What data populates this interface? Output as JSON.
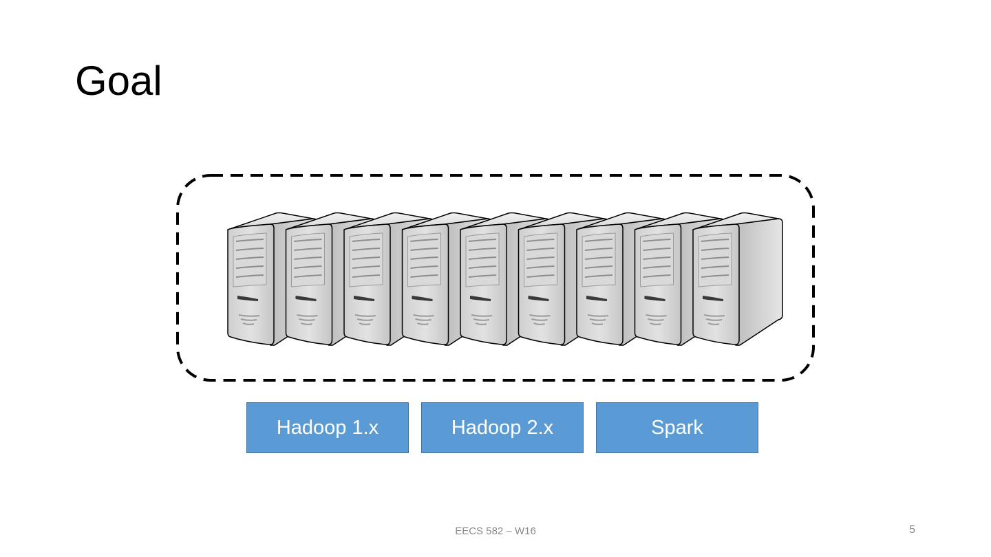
{
  "slide": {
    "title": "Goal",
    "footer": "EECS 582 – W16",
    "page_number": "5"
  },
  "cluster": {
    "server_count": 9,
    "icon": "server-tower-icon",
    "boundary_style": "dashed-rounded"
  },
  "frameworks": [
    {
      "label": "Hadoop 1.x"
    },
    {
      "label": "Hadoop 2.x"
    },
    {
      "label": "Spark"
    }
  ],
  "colors": {
    "framework_fill": "#5b9bd5",
    "framework_border": "#41719c",
    "framework_text": "#ffffff",
    "footer_text": "#8a8a8a"
  }
}
